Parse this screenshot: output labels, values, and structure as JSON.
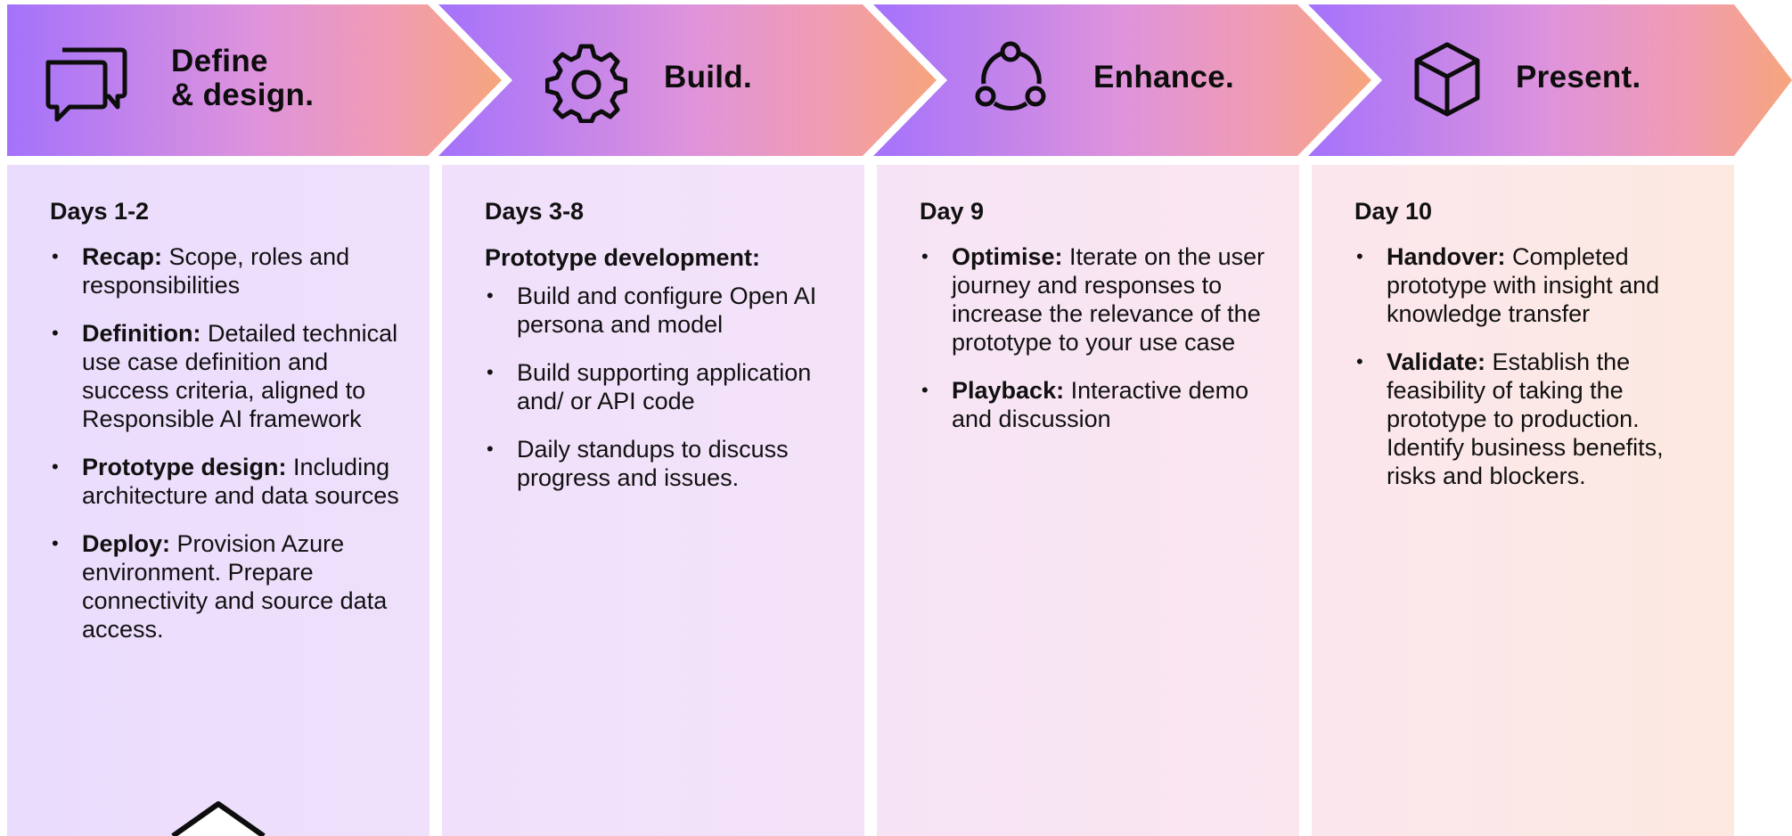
{
  "stages": [
    {
      "title": "Define\n& design.",
      "icon": "chat-bubbles-icon",
      "days": "Days 1-2",
      "subheading": "",
      "items": [
        {
          "lead": "Recap:",
          "text": " Scope, roles and responsibilities"
        },
        {
          "lead": "Definition:",
          "text": " Detailed technical use case definition and success criteria, aligned to Responsible AI framework"
        },
        {
          "lead": "Prototype design:",
          "text": " Including architecture and data sources"
        },
        {
          "lead": "Deploy:",
          "text": " Provision Azure environment. Prepare connectivity and source data access."
        }
      ]
    },
    {
      "title": "Build.",
      "icon": "gear-icon",
      "days": "Days 3-8",
      "subheading": "Prototype development:",
      "items": [
        {
          "lead": "",
          "text": "Build and configure Open AI persona and model"
        },
        {
          "lead": "",
          "text": "Build supporting application and/ or API code"
        },
        {
          "lead": "",
          "text": "Daily standups to discuss progress and issues."
        }
      ]
    },
    {
      "title": "Enhance.",
      "icon": "cycle-nodes-icon",
      "days": "Day 9",
      "subheading": "",
      "items": [
        {
          "lead": "Optimise:",
          "text": " Iterate on the user journey and responses to increase the relevance of the prototype to your use case"
        },
        {
          "lead": "Playback:",
          "text": " Interactive demo and discussion"
        }
      ]
    },
    {
      "title": "Present.",
      "icon": "cube-icon",
      "days": "Day 10",
      "subheading": "",
      "items": [
        {
          "lead": "Handover:",
          "text": " Completed prototype with insight and knowledge transfer"
        },
        {
          "lead": "Validate:",
          "text": " Establish the feasibility of taking the prototype to production. Identify business benefits, risks and blockers."
        }
      ]
    }
  ],
  "bullet_glyph": "•",
  "colors": {
    "band_start": "#a472fb",
    "band_mid": "#d48ee6",
    "band_end": "#f6a57c",
    "col_start": "#ebdcfd",
    "col_end": "#fde9e0",
    "text": "#111111"
  }
}
